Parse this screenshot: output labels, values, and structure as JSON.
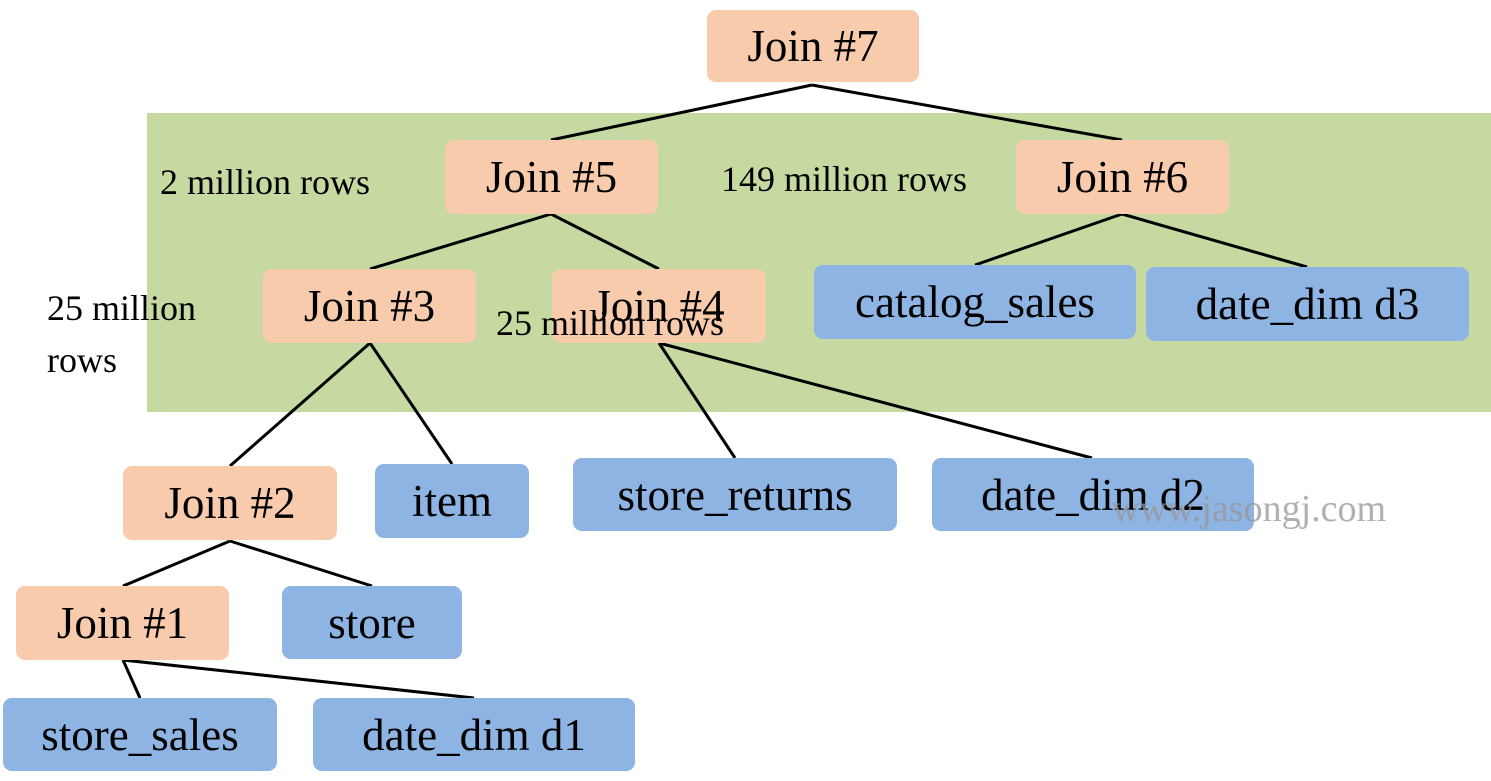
{
  "colors": {
    "join_node": "#f8cbad",
    "table_node": "#8eb4e3",
    "highlight": "#c5d9a0",
    "edge": "#000000"
  },
  "nodes": {
    "join7": "Join #7",
    "join5": "Join #5",
    "join6": "Join #6",
    "join3": "Join #3",
    "join4": "Join #4",
    "join2": "Join #2",
    "join1": "Join #1",
    "catalog_sales": "catalog_sales",
    "date_dim_d3": "date_dim d3",
    "item": "item",
    "store_returns": "store_returns",
    "date_dim_d2": "date_dim d2",
    "store": "store",
    "store_sales": "store_sales",
    "date_dim_d1": "date_dim d1"
  },
  "annotations": {
    "join5_rows": "2 million rows",
    "join6_rows": "149 million rows",
    "join3_rows": "25 million rows",
    "join4_rows": "25 million rows"
  },
  "watermark": "www.jasongj.com"
}
